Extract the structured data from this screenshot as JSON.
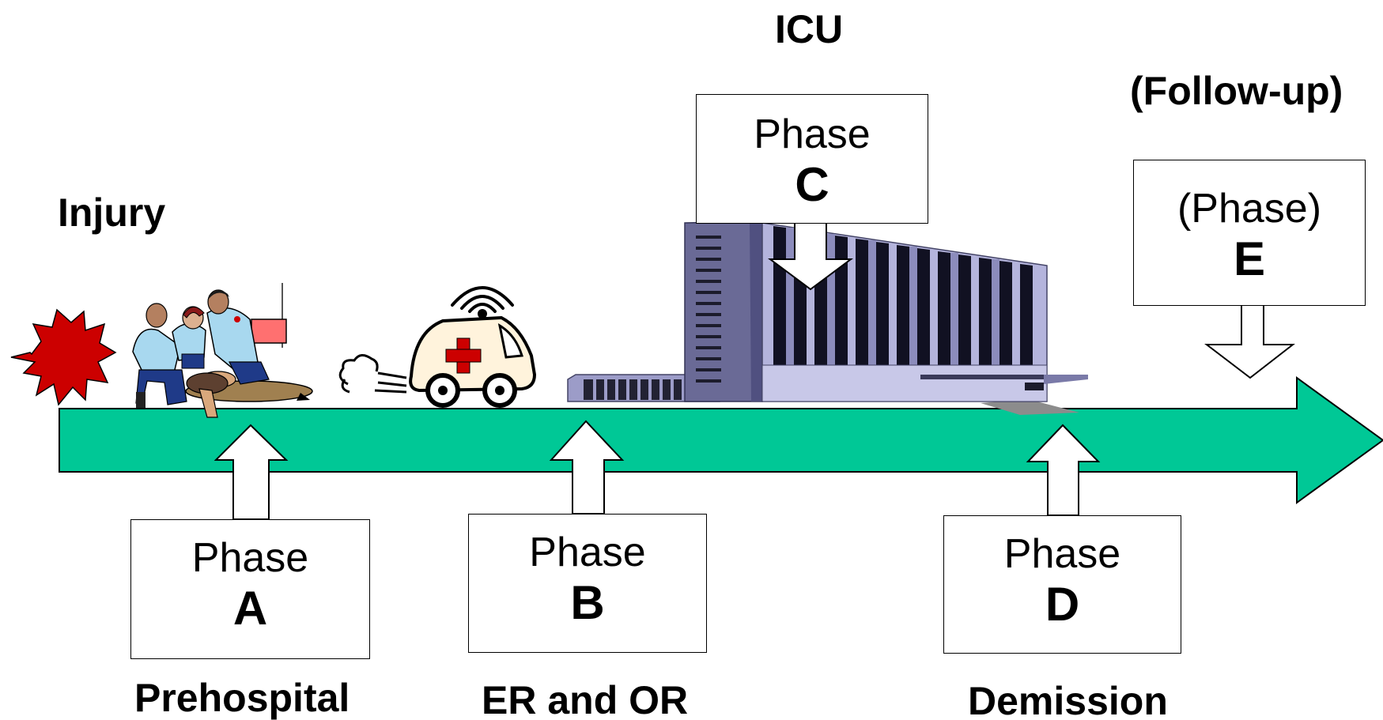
{
  "labels": {
    "injury": "Injury",
    "icu": "ICU",
    "follow_up": "(Follow-up)",
    "prehospital": "Prehospital",
    "er_or": "ER and OR",
    "demission": "Demission"
  },
  "phases": [
    {
      "id": "a",
      "word": "Phase",
      "letter": "A"
    },
    {
      "id": "b",
      "word": "Phase",
      "letter": "B"
    },
    {
      "id": "c",
      "word": "Phase",
      "letter": "C"
    },
    {
      "id": "d",
      "word": "Phase",
      "letter": "D"
    },
    {
      "id": "e",
      "word": "(Phase)",
      "letter": "E"
    }
  ],
  "colors": {
    "timeline": "#00c896",
    "starburst": "#cc0000",
    "building_dark": "#6a6a96",
    "building_light": "#b4b4dc",
    "ambulance_body": "#fff3dc",
    "red_cross": "#cc0000"
  },
  "icons": {
    "injury": "starburst-icon",
    "rescuers": "paramedics-cpr-illustration",
    "ambulance": "ambulance-icon",
    "hospital": "hospital-building-illustration"
  }
}
